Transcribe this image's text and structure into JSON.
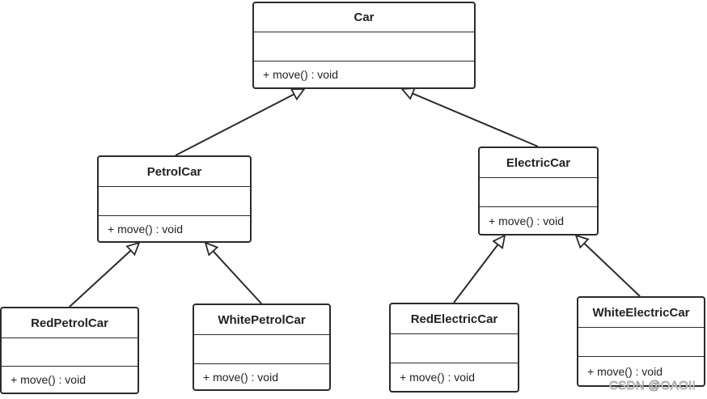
{
  "diagram": {
    "type": "uml-class-hierarchy",
    "classes": [
      {
        "id": "car",
        "name": "Car",
        "operations": [
          "+ move() : void"
        ]
      },
      {
        "id": "petrolcar",
        "name": "PetrolCar",
        "operations": [
          "+ move() : void"
        ]
      },
      {
        "id": "electriccar",
        "name": "ElectricCar",
        "operations": [
          "+ move() : void"
        ]
      },
      {
        "id": "redpetrolcar",
        "name": "RedPetrolCar",
        "operations": [
          "+ move() : void"
        ]
      },
      {
        "id": "whitepetrolcar",
        "name": "WhitePetrolCar",
        "operations": [
          "+ move() : void"
        ]
      },
      {
        "id": "redelectriccar",
        "name": "RedElectricCar",
        "operations": [
          "+ move() : void"
        ]
      },
      {
        "id": "whiteelectriccar",
        "name": "WhiteElectricCar",
        "operations": [
          "+ move() : void"
        ]
      }
    ],
    "generalizations": [
      {
        "from": "petrolcar",
        "to": "car"
      },
      {
        "from": "electriccar",
        "to": "car"
      },
      {
        "from": "redpetrolcar",
        "to": "petrolcar"
      },
      {
        "from": "whitepetrolcar",
        "to": "petrolcar"
      },
      {
        "from": "redelectriccar",
        "to": "electriccar"
      },
      {
        "from": "whiteelectriccar",
        "to": "electriccar"
      }
    ]
  },
  "watermark": {
    "text": "CSDN @OAOII"
  }
}
